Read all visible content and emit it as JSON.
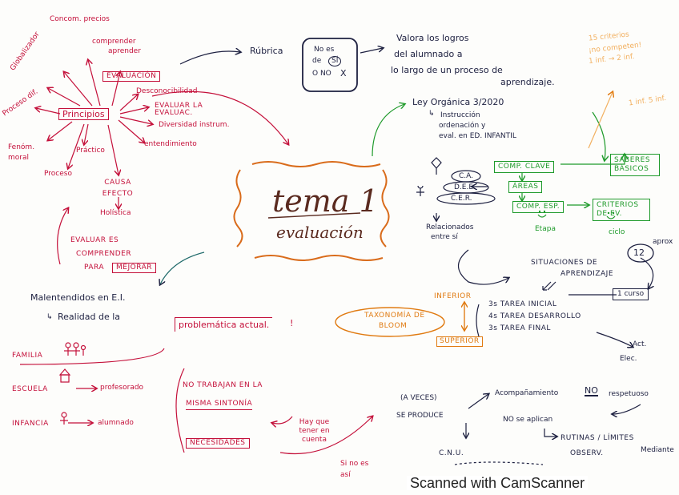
{
  "title": "tema 1",
  "subtitle": "evaluación",
  "footer": "Scanned with CamScanner",
  "left_top": {
    "concom_precios": "Concom. precios",
    "globalizador": "Globalizador",
    "comprender": "comprender",
    "aprender": "aprender",
    "proceso_dif": "Proceso dif.",
    "evaluacion": "EVALUACIÓN",
    "principios": "Principios",
    "desconocibilidad": "Desconocibilidad",
    "evaluar_la_evaluac": "EVALUAR LA EVALUAC.",
    "diversidad": "Diversidad instrum.",
    "entendimiento": "entendimiento",
    "fenom_moral": "Fenóm. moral",
    "practico": "Práctico",
    "proceso": "Proceso",
    "causa_efecto": "CAUSA EFECTO",
    "holistica": "Holística"
  },
  "left_middle": {
    "evaluar_es": "EVALUAR ES",
    "comprender": "COMPRENDER",
    "para": "PARA",
    "mejorar": "MEJORAR",
    "malentendidos": "Malentendidos en E.I.",
    "realidad": "Realidad de la",
    "problematica": "problemática actual.",
    "excl": "!"
  },
  "left_bottom": {
    "familia": "FAMILIA",
    "escuela": "ESCUELA",
    "profesorado": "profesorado",
    "infancia": "INFANCIA",
    "alumnado": "alumnado",
    "no_trabajan": "NO TRABAJAN EN LA",
    "misma_sintonia": "MISMA SINTONÍA",
    "necesidades": "NECESIDADES",
    "hay_que": "Hay que tener en cuenta",
    "si_no_es_asi": "Si no es así"
  },
  "top_center": {
    "rubrica": "Rúbrica",
    "no_es": "No es",
    "de": "de",
    "si": "SÍ",
    "o_no": "O NO",
    "x": "X",
    "valora_1": "Valora los logros",
    "valora_2": "del alumnado a",
    "valora_3": "lo largo de un proceso de",
    "valora_4": "aprendizaje."
  },
  "top_right_faded": {
    "criterios": "15 criterios",
    "competen": "¡no competen!",
    "inf": "1 inf. → 2 inf.",
    "faded_2": "1 inf. 5 inf."
  },
  "right": {
    "ley": "Ley Orgánica 3/2020",
    "instruccion": "Instrucción",
    "ordenacion": "ordenación y",
    "eval_infantil": "eval. en ED. INFANTIL",
    "ca": "C.A.",
    "dee": "D.E.E.",
    "cer": "C.E.R.",
    "relacionados": "Relacionados",
    "entre_si": "entre sí",
    "comp_clave": "COMP. CLAVE",
    "areas": "ÁREAS",
    "comp_esp": "COMP. ESP.",
    "saberes": "SABERES BÁSICOS",
    "criterios_ev": "CRITERIOS DE EV.",
    "etapa": "Etapa",
    "ciclo": "ciclo",
    "situaciones": "SITUACIONES DE",
    "aprendizaje": "APRENDIZAJE",
    "num_12": "12",
    "aprox": "aprox",
    "un_curso": "1 curso",
    "inferior": "INFERIOR",
    "superior": "SUPERIOR",
    "taxonomia_1": "TAXONOMÍA DE",
    "taxonomia_2": "BLOOM",
    "tarea_inicial": "3s TAREA INICIAL",
    "tarea_desarrollo": "4s TAREA DESARROLLO",
    "tarea_final": "3s TAREA FINAL",
    "act": "Act.",
    "elec": "Elec."
  },
  "bottom_right": {
    "a_veces": "(A VECES)",
    "se_produce": "SE PRODUCE",
    "acompanamiento": "Acompañamiento",
    "no": "NO",
    "respetuoso": "respetuoso",
    "no_se_aplican": "NO se aplican",
    "rutinas": "RUTINAS / LÍMITES",
    "observ": "OBSERV.",
    "mediante": "Mediante",
    "cnu": "C.N.U."
  },
  "colors": {
    "red": "#c4103a",
    "dark": "#1d2040",
    "green": "#1e9a2a",
    "orange": "#e07a10",
    "brown": "#5a2a1f"
  }
}
